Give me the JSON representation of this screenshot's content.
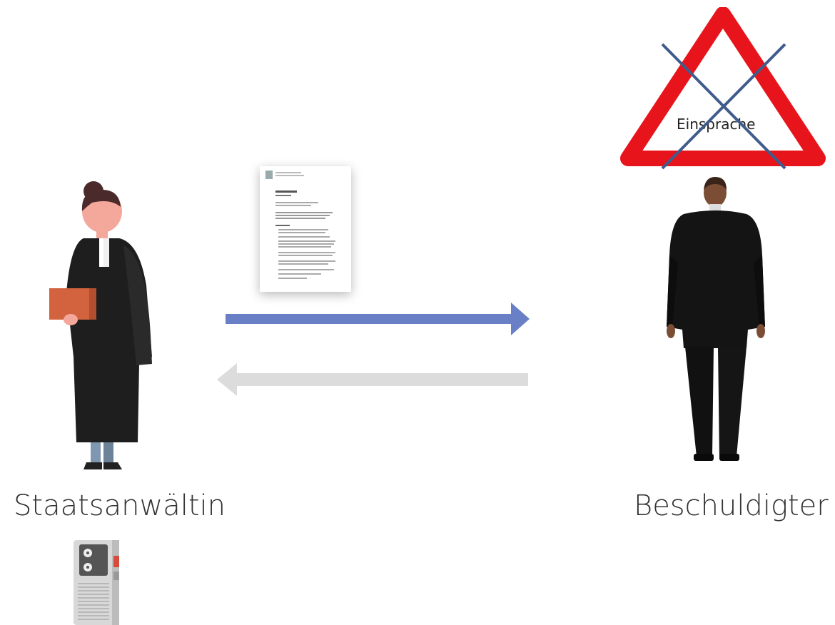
{
  "actors": {
    "prosecutor": {
      "label": "Staatsanwältin"
    },
    "accused": {
      "label": "Beschuldigter"
    }
  },
  "warning": {
    "label": "Einsprache",
    "state": "crossed-out",
    "triangle_color": "#e8141c",
    "cross_color": "#3f5c8c"
  },
  "arrows": {
    "forward": {
      "direction": "prosecutor-to-accused",
      "color": "#6a80c6"
    },
    "backward": {
      "direction": "accused-to-prosecutor",
      "color": "#dcdcdc"
    }
  },
  "icons": {
    "document": "document-icon",
    "recorder": "dictaphone-icon"
  }
}
